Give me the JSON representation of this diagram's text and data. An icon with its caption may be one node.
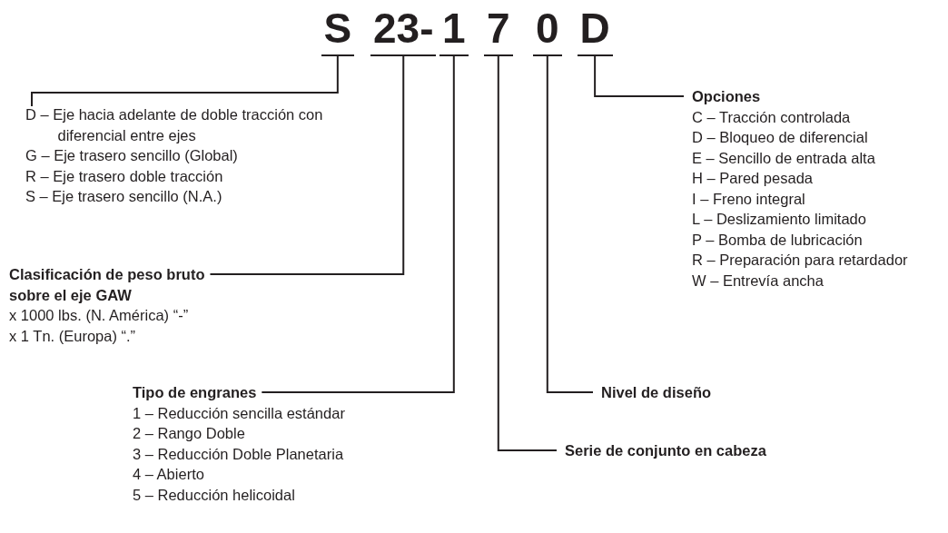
{
  "diagram": {
    "nodes": [
      {
        "text": [
          "S"
        ]
      },
      {
        "text": [
          "23-"
        ]
      },
      {
        "text": [
          "1"
        ]
      },
      {
        "text": [
          "7"
        ]
      },
      {
        "text": [
          "0"
        ]
      },
      {
        "text": [
          "D"
        ]
      },
      {
        "text": [
          "D – Eje hacia adelante de doble tracción con diferencial entre ejes",
          "G – Eje trasero sencillo (Global)",
          "R – Eje trasero doble tracción",
          "S – Eje trasero sencillo (N.A.)"
        ]
      },
      {
        "text": [
          "Clasificación de peso bruto sobre el eje GAW",
          "x 1000 lbs. (N. América) “-”",
          "x 1 Tn. (Europa) “.”"
        ]
      },
      {
        "text": [
          "Tipo de engranes",
          "1 – Reducción sencilla estándar",
          "2 – Rango Doble",
          "3 – Reducción Doble Planetaria",
          "4 – Abierto",
          "5 – Reducción helicoidal"
        ]
      },
      {
        "text": [
          "Serie de conjunto en cabeza"
        ]
      },
      {
        "text": [
          "Nivel de diseño"
        ]
      },
      {
        "text": [
          "Opciones",
          "C – Tracción controlada",
          "D – Bloqueo de diferencial",
          "E – Sencillo de entrada alta",
          "H – Pared pesada",
          "I – Freno integral",
          "L – Deslizamiento limitado",
          "P – Bomba de lubricación",
          "R – Preparación para retardador",
          "W – Entrevía ancha"
        ]
      }
    ],
    "edges": [
      {
        "from": 0,
        "to": 6,
        "arrow": "none"
      },
      {
        "from": 1,
        "to": 7,
        "arrow": "none"
      },
      {
        "from": 2,
        "to": 8,
        "arrow": "none"
      },
      {
        "from": 3,
        "to": 9,
        "arrow": "none"
      },
      {
        "from": 4,
        "to": 10,
        "arrow": "none"
      },
      {
        "from": 5,
        "to": 11,
        "arrow": "none"
      }
    ]
  }
}
